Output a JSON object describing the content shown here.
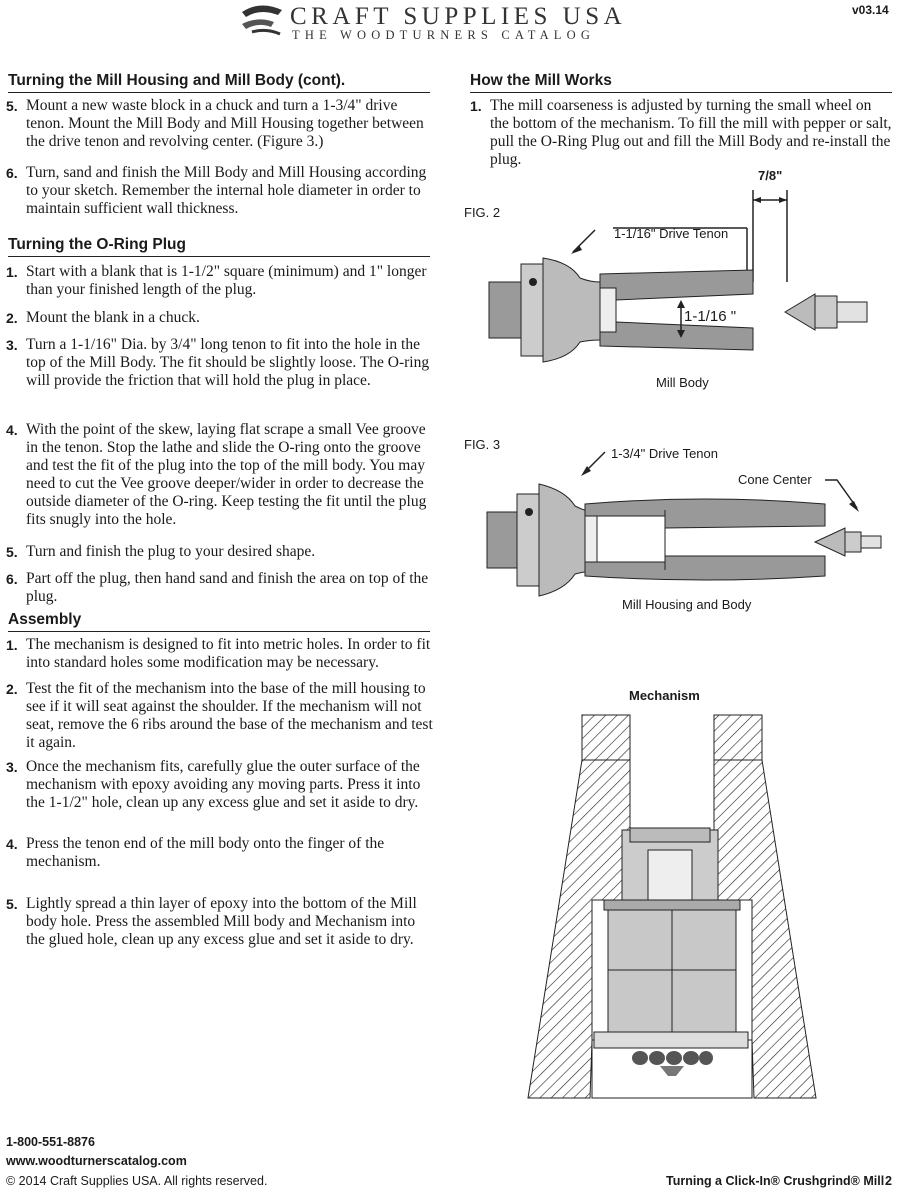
{
  "header": {
    "brand": "CRAFT SUPPLIES USA",
    "tagline": "THE WOODTURNERS CATALOG",
    "version": "v03.14"
  },
  "left": {
    "sec1": {
      "heading": "Turning the Mill Housing and Mill Body (cont).",
      "steps": [
        {
          "num": "5.",
          "text": "Mount a new waste block in a chuck and turn a 1-3/4\" drive tenon.  Mount the Mill Body and Mill Housing together between the drive tenon and revolving center.  (Figure 3.)"
        },
        {
          "num": "6.",
          "text": "Turn, sand and finish the Mill Body and Mill Housing according to your sketch.  Remember the internal hole diameter in order to maintain sufficient wall thickness."
        }
      ]
    },
    "sec2": {
      "heading": "Turning the O-Ring Plug",
      "steps": [
        {
          "num": "1.",
          "text": "Start with a blank that is 1-1/2\" square (minimum) and 1\" longer than your finished length of the plug."
        },
        {
          "num": "2.",
          "text": "Mount the blank in a chuck."
        },
        {
          "num": "3.",
          "text": "Turn a 1-1/16\" Dia. by 3/4\" long tenon to fit into the hole in the top of the Mill Body.  The fit should be slightly loose.  The O-ring will provide the friction that will hold the plug in place."
        },
        {
          "num": "4.",
          "text": "With the point of the skew, laying flat scrape a small Vee groove in the tenon.  Stop the lathe and slide the O-ring onto the groove and test the fit of the plug into the top of the mill body.  You may need to cut the Vee groove deeper/wider in order to decrease the outside diameter of the O-ring.  Keep testing the fit until the plug fits snugly into the hole."
        },
        {
          "num": "5.",
          "text": "Turn and finish the plug to your desired shape."
        },
        {
          "num": "6.",
          "text": "Part off the plug, then hand sand and finish the area on top of the plug."
        }
      ]
    },
    "sec3": {
      "heading": "Assembly",
      "steps": [
        {
          "num": "1.",
          "text": "The mechanism is designed to fit into metric holes. In order to fit into standard holes some modification may be necessary."
        },
        {
          "num": "2.",
          "text": "Test the fit of the mechanism into the base of the mill housing to see if it will seat against the shoulder.  If the mechanism will not seat, remove the 6 ribs around the base of the mechanism and test it again."
        },
        {
          "num": "3.",
          "text": "Once the mechanism fits, carefully glue the outer surface of the mechanism with epoxy avoiding any moving parts.  Press it into the 1-1/2\" hole, clean up any excess glue and set it aside to dry."
        },
        {
          "num": "4.",
          "text": "Press the tenon end of the mill body onto the finger of the mechanism."
        },
        {
          "num": "5.",
          "text": "Lightly spread a thin layer of epoxy into the bottom of the Mill body hole.  Press the assembled Mill body and Mechanism into the glued hole, clean up any excess glue and set it aside to dry."
        }
      ]
    }
  },
  "right": {
    "heading": "How the Mill Works",
    "step": {
      "num": "1.",
      "text": "The mill coarseness is adjusted by turning the small wheel on the bottom of the mechanism.  To fill the mill with pepper or salt, pull the O-Ring Plug out and fill the Mill Body and re-install the plug."
    },
    "fig2": {
      "label": "FIG. 2",
      "dim_top": "7/8\"",
      "drive_tenon": "1-1/16\" Drive Tenon",
      "inner_dim": "1-1/16 \"",
      "caption": "Mill Body"
    },
    "fig3": {
      "label": "FIG. 3",
      "drive_tenon": "1-3/4\" Drive Tenon",
      "cone": "Cone Center",
      "caption": "Mill Housing and Body"
    },
    "mech": {
      "title": "Mechanism"
    }
  },
  "footer": {
    "phone": "1-800-551-8876",
    "website": "www.woodturnerscatalog.com",
    "copyright": "© 2014 Craft Supplies USA.  All rights reserved.",
    "doc_title": "Turning a Click-In® Crushgrind® Mill",
    "page": "2"
  }
}
